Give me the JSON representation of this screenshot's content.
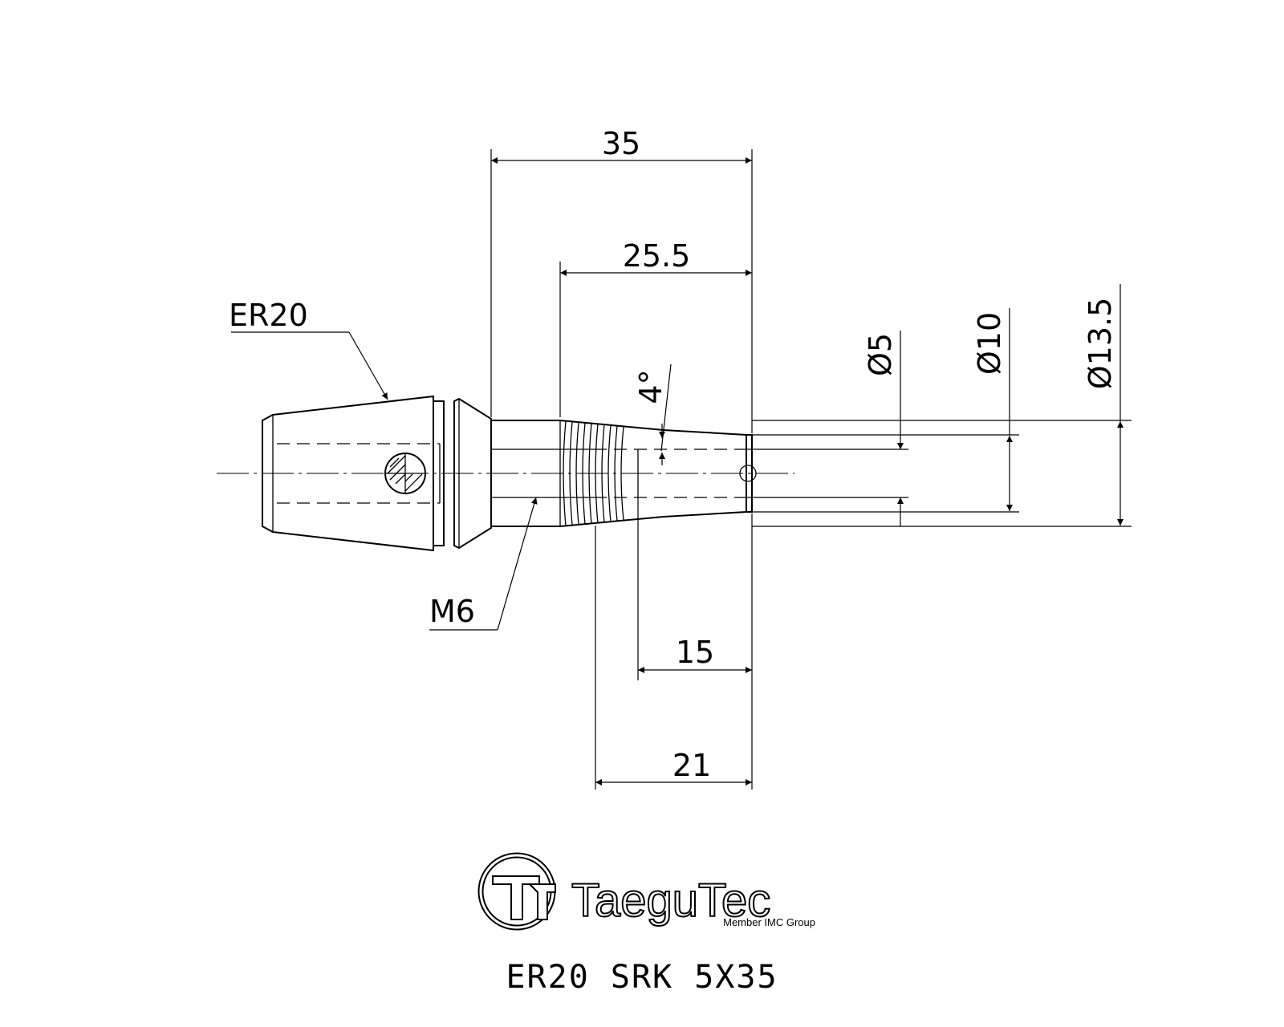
{
  "dimensions": {
    "overall_length": "35",
    "taper_length": "25.5",
    "thread_length": "15",
    "thread_body_length": "21",
    "angle": "4°",
    "dia_bore": "Ø5",
    "dia_body": "Ø10",
    "dia_max": "Ø13.5"
  },
  "callouts": {
    "collet": "ER20",
    "thread": "M6"
  },
  "logo": {
    "brand": "TaeguTec",
    "tagline": "Member IMC Group"
  },
  "caption": "ER20  SRK  5X35"
}
